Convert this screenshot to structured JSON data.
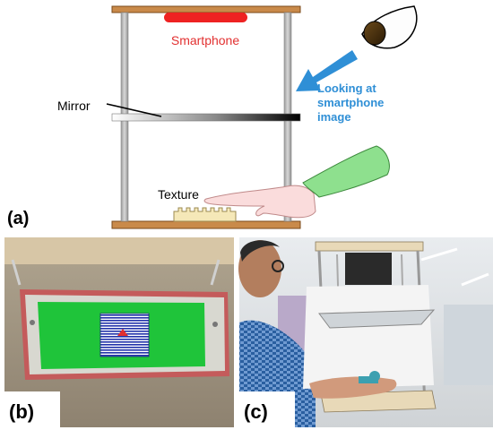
{
  "panel_a": {
    "tag": "(a)",
    "smartphone_label": "Smartphone",
    "mirror_label": "Mirror",
    "texture_label": "Texture",
    "looking_label": [
      "Looking at",
      "smartphone",
      "image"
    ]
  },
  "panel_b": {
    "tag": "(b)"
  },
  "panel_c": {
    "tag": "(c)"
  },
  "colors": {
    "smartphone": "#ee2222",
    "arrow": "#2f8fd6",
    "wood": "#c98a4a",
    "pillar": "#b9b9b9",
    "hand_skin": "#fadcdc",
    "sleeve": "#8ee08e",
    "photo_green": "#1fc43a",
    "stripes": "#2233aa"
  }
}
